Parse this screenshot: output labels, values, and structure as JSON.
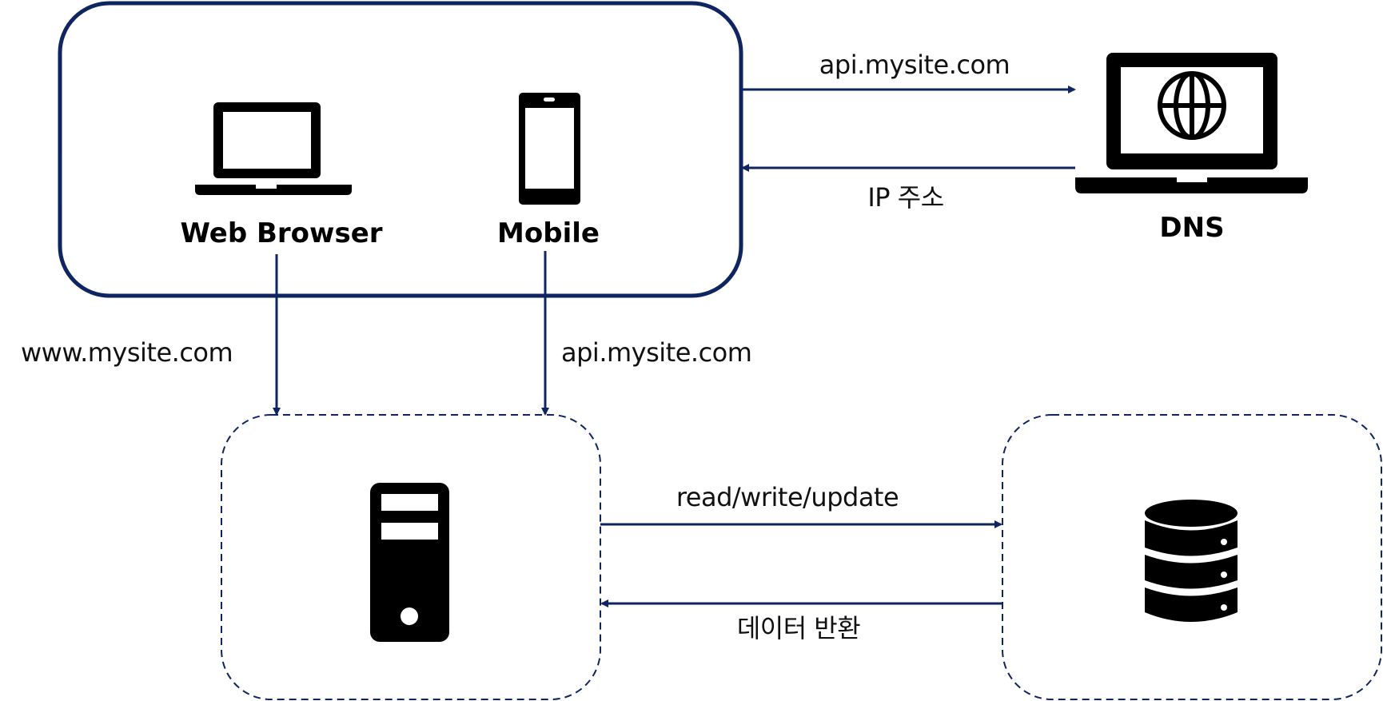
{
  "diagram": {
    "colors": {
      "line": "#0f2561",
      "icon": "#000000",
      "background": "#ffffff"
    },
    "nodes": {
      "client_group": {
        "type": "group",
        "border": "solid"
      },
      "web_browser": {
        "label": "Web Browser",
        "icon": "laptop-icon"
      },
      "mobile": {
        "label": "Mobile",
        "icon": "smartphone-icon"
      },
      "dns": {
        "label": "DNS",
        "icon": "laptop-globe-icon"
      },
      "web_server": {
        "label": "",
        "icon": "server-tower-icon",
        "border": "dashed"
      },
      "database": {
        "label": "",
        "icon": "database-icon",
        "border": "dashed"
      }
    },
    "edges": [
      {
        "from": "client_group",
        "to": "dns",
        "label": "api.mysite.com"
      },
      {
        "from": "dns",
        "to": "client_group",
        "label": "IP 주소"
      },
      {
        "from": "web_browser",
        "to": "web_server",
        "label": "www.mysite.com"
      },
      {
        "from": "mobile",
        "to": "web_server",
        "label": "api.mysite.com"
      },
      {
        "from": "web_server",
        "to": "database",
        "label": "read/write/update"
      },
      {
        "from": "database",
        "to": "web_server",
        "label": "데이터 반환"
      }
    ]
  }
}
